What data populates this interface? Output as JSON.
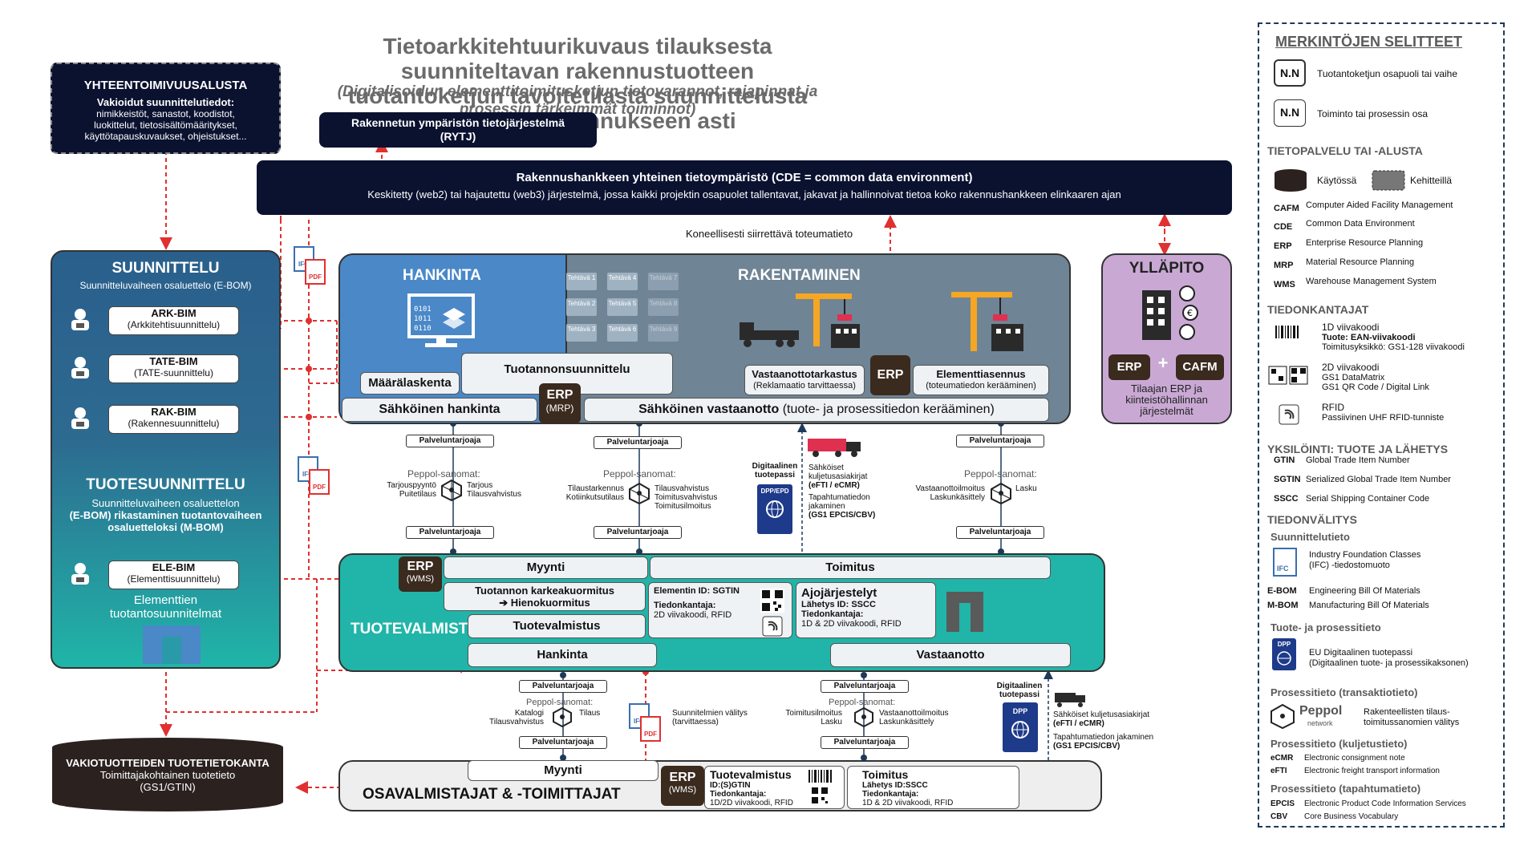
{
  "title": {
    "line1": "Tietoarkkitehtuurikuvaus tilauksesta suunniteltavan rakennustuotteen",
    "line2": "tuotantoketjun tavoitetilasta suunnittelusta valmiiseen rakennukseen asti",
    "subtitle": "(Digitalisoidun elementtitoimitusketjun tietovarannot, rajapinnat ja prosessin tärkeimmät toiminnot)"
  },
  "platform": {
    "title": "YHTEENTOIMIVUUSALUSTA",
    "sub": "Vakioidut suunnittelutiedot:",
    "l1": "nimikkeistöt, sanastot, koodistot,",
    "l2": "luokittelut, tietosisältömääritykset,",
    "l3": "käyttötapauskuvaukset, ohjeistukset..."
  },
  "rytj": {
    "l1": "Rakennetun ympäristön tietojärjestelmä",
    "l2": "(RYTJ)"
  },
  "cde": {
    "title": "Rakennushankkeen yhteinen tietoympäristö (CDE = common data environment)",
    "desc": "Keskitetty (web2) tai hajautettu (web3) järjestelmä, jossa kaikki projektin osapuolet tallentavat, jakavat ja hallinnoivat tietoa koko rakennushankkeen elinkaaren ajan"
  },
  "machine_note": "Koneellisesti siirrettävä toteumatieto",
  "suunnittelu": {
    "title": "SUUNNITTELU",
    "sub": "Suunnitteluvaiheen osaluettelo (E-BOM)",
    "roles": [
      {
        "name": "ARK-BIM",
        "desc": "(Arkkitehtisuunnittelu)"
      },
      {
        "name": "TATE-BIM",
        "desc": "(TATE-suunnittelu)"
      },
      {
        "name": "RAK-BIM",
        "desc": "(Rakennesuunnittelu)"
      }
    ]
  },
  "tuotesuunnittelu": {
    "title": "TUOTESUUNNITTELU",
    "l1": "Suunnitteluvaiheen osaluettelon",
    "l2": "(E-BOM) rikastaminen tuotantovaiheen",
    "l3": "osaluetteloksi (M-BOM)",
    "role_name": "ELE-BIM",
    "role_desc": "(Elementtisuunnittelu)",
    "plans1": "Elementtien",
    "plans2": "tuotantosuunnitelmat"
  },
  "db": {
    "title": "VAKIOTUOTTEIDEN TUOTETIETOKANTA",
    "l1": "Toimittajakohtainen tuotetieto",
    "l2": "(GS1/GTIN)"
  },
  "hankinta": {
    "title": "HANKINTA",
    "maaralaskenta": "Määrälaskenta",
    "tuotannonsuunnittelu": "Tuotannonsuunnittelu",
    "sahkoinen_hankinta": "Sähköinen hankinta",
    "erp": "ERP",
    "erp_sub": "(MRP)"
  },
  "rakentaminen": {
    "title": "RAKENTAMINEN",
    "tasks": [
      "Tehtävä 1",
      "Tehtävä 4",
      "Tehtävä 7",
      "Tehtävä 2",
      "Tehtävä 5",
      "Tehtävä 8",
      "Tehtävä 3",
      "Tehtävä 6",
      "Tehtävä 9"
    ],
    "vastaanottotarkastus": "Vastaanottotarkastus",
    "vastaanottotarkastus_sub": "(Reklamaatio tarvittaessa)",
    "erp": "ERP",
    "elementtiasennus": "Elementtiasennus",
    "elementtiasennus_sub": "(toteumatiedon kerääminen)",
    "vastaanotto_bold": "Sähköinen vastaanotto",
    "vastaanotto_rest": " (tuote- ja prosessitiedon kerääminen)"
  },
  "yllapito": {
    "title": "YLLÄPITO",
    "erp": "ERP",
    "plus": "+",
    "cafm": "CAFM",
    "l1": "Tilaajan ERP ja",
    "l2": "kiinteistöhallinnan",
    "l3": "järjestelmät"
  },
  "pv": "Palveluntarjoaja",
  "peppol_title": "Peppol-sanomat:",
  "peppol1": {
    "l1": "Tarjouspyyntö",
    "l2": "Puitetilaus",
    "r1": "Tarjous",
    "r2": "Tilausvahvistus"
  },
  "peppol2": {
    "l1": "Tilaustarkennus",
    "l2": "Kotiinkutsutilaus",
    "r1": "Tilausvahvistus",
    "r2": "Toimitusvahvistus",
    "r3": "Toimitusilmoitus"
  },
  "peppol3": {
    "l1": "Vastaanottoilmoitus",
    "l2": "Laskunkäsittely",
    "r1": "Lasku"
  },
  "peppol4": {
    "l1": "Katalogi",
    "l2": "Tilausvahvistus",
    "r1": "Tilaus"
  },
  "peppol5": {
    "l1": "Toimitusilmoitus",
    "l2": "Lasku",
    "r1": "Vastaanottoilmoitus",
    "r2": "Laskunkäsittely"
  },
  "dpp_note1": {
    "l1": "Digitaalinen",
    "l2": "tuotepassi",
    "badge": "DPP/EPD"
  },
  "transport1": {
    "l1": "Sähköiset",
    "l2": "kuljetusasiakirjat",
    "l3": "(eFTI / eCMR)",
    "l4": "Tapahtumatiedon",
    "l5": "jakaminen",
    "l6": "(GS1 EPCIS/CBV)"
  },
  "tuotevalmistus": {
    "title": "TUOTEVALMISTUS",
    "erp": "ERP",
    "erp_sub": "(WMS)",
    "myynti": "Myynti",
    "toimitus": "Toimitus",
    "kuormitus1": "Tuotannon karkeakuormitus",
    "kuormitus2": "➔ Hienokuormitus",
    "tuotevalmistus": "Tuotevalmistus",
    "elem_id": "Elementin ID: SGTIN",
    "carrier": "Tiedonkantaja:",
    "carrier_val": "2D viivakoodi, RFID",
    "ajo_title": "Ajojärjestelyt",
    "ajo_id": "Lähetys ID: SSCC",
    "ajo_carrier": "Tiedonkantaja:",
    "ajo_carrier_val": "1D & 2D viivakoodi, RFID",
    "hankinta": "Hankinta",
    "vastaanotto": "Vastaanotto"
  },
  "ifc_note": {
    "l1": "Suunnitelmien välitys",
    "l2": "(tarvittaessa)"
  },
  "dpp_note2": {
    "l1": "Digitaalinen",
    "l2": "tuotepassi",
    "badge": "DPP"
  },
  "transport2": {
    "l1": "Sähköiset kuljetusasiakirjat",
    "l2": "(eFTI / eCMR)",
    "l3": "Tapahtumatiedon jakaminen",
    "l4": "(GS1 EPCIS/CBV)"
  },
  "osav": {
    "title": "OSAVALMISTAJAT & -TOIMITTAJAT",
    "myynti": "Myynti",
    "erp": "ERP",
    "erp_sub": "(WMS)",
    "tv": "Tuotevalmistus",
    "tv_id": "ID:(S)GTIN",
    "tv_carrier": "Tiedonkantaja:",
    "tv_carrier_val": "1D/2D viivakoodi, RFID",
    "toimitus": "Toimitus",
    "toimitus_id": "Lähetys ID:SSCC",
    "toimitus_carrier": "Tiedonkantaja:",
    "toimitus_carrier_val": "1D & 2D viivakoodi, RFID"
  },
  "legend": {
    "title": "MERKINTÖJEN SELITTEET",
    "nn": "N.N",
    "nn1": "Tuotantoketjun osapuoli tai vaihe",
    "nn2": "Toiminto tai prosessin osa",
    "s_platform": "TIETOPALVELU TAI -ALUSTA",
    "in_use": "Käytössä",
    "in_dev": "Kehitteillä",
    "abbr": [
      {
        "k": "CAFM",
        "v": "Computer Aided Facility Management"
      },
      {
        "k": "CDE",
        "v": "Common Data Environment"
      },
      {
        "k": "ERP",
        "v": "Enterprise Resource Planning"
      },
      {
        "k": "MRP",
        "v": "Material Resource Planning"
      },
      {
        "k": "WMS",
        "v": "Warehouse Management System"
      }
    ],
    "s_carriers": "TIEDONKANTAJAT",
    "bc1_title": "1D viivakoodi",
    "bc1_l1": "Tuote: EAN-viivakoodi",
    "bc1_l2": "Toimitusyksikkö: GS1-128 viivakoodi",
    "bc2_title": "2D viivakoodi",
    "bc2_l1": "GS1 DataMatrix",
    "bc2_l2": "GS1 QR Code / Digital Link",
    "rfid_title": "RFID",
    "rfid_l1": "Passiivinen UHF RFID-tunniste",
    "s_ident": "YKSILÖINTI: TUOTE JA LÄHETYS",
    "ids": [
      {
        "k": "GTIN",
        "v": "Global Trade Item Number"
      },
      {
        "k": "SGTIN",
        "v": "Serialized Global Trade Item Number"
      },
      {
        "k": "SSCC",
        "v": "Serial Shipping Container Code"
      }
    ],
    "s_transfer": "TIEDONVÄLITYS",
    "sub_design": "Suunnittelutieto",
    "ifc1": "Industry Foundation Classes",
    "ifc2": "(IFC) -tiedostomuoto",
    "ebom_k": "E-BOM",
    "ebom_v": "Engineering Bill Of Materials",
    "mbom_k": "M-BOM",
    "mbom_v": "Manufacturing Bill Of Materials",
    "sub_product": "Tuote- ja prosessitieto",
    "dpp1": "EU Digitaalinen tuotepassi",
    "dpp2": "(Digitaalinen tuote- ja prosessikaksonen)",
    "sub_trans": "Prosessitieto (transaktiotieto)",
    "peppol_name": "Peppol",
    "peppol_net": "network",
    "peppol1": "Rakenteellisten tilaus-",
    "peppol2": "toimitussanomien välitys",
    "sub_transport": "Prosessitieto (kuljetustieto)",
    "ecmr_k": "eCMR",
    "ecmr_v": "Electronic consignment note",
    "efti_k": "eFTI",
    "efti_v": "Electronic freight transport information",
    "sub_event": "Prosessitieto (tapahtumatieto)",
    "epcis_k": "EPCIS",
    "epcis_v": "Electronic Product Code Information Services",
    "cbv_k": "CBV",
    "cbv_v": "Core Business Vocabulary"
  },
  "colors": {
    "navy": "#0b1230",
    "blue": "#4a88c8",
    "slate": "#6f8495",
    "teal": "#20b5a8",
    "purple": "#c9a9d4",
    "erp": "#3b2a1e",
    "arrow_red": "#e03030"
  }
}
